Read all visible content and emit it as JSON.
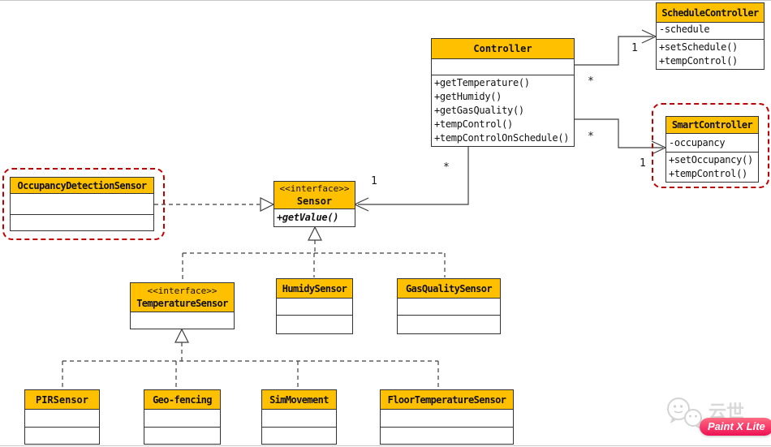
{
  "colors": {
    "header_fill": "#FFC000",
    "box_border": "#333333",
    "line_color": "#3F3F3F",
    "highlight_border": "#C00000",
    "badge_fill": "#EE1155"
  },
  "classes": {
    "controller": {
      "name": "Controller",
      "methods": [
        "+getTemperature()",
        "+getHumidy()",
        "+getGasQuality()",
        "+tempControl()",
        "+tempControlOnSchedule()"
      ]
    },
    "schedule_controller": {
      "name": "ScheduleController",
      "attributes": [
        "-schedule"
      ],
      "methods": [
        "+setSchedule()",
        "+tempControl()"
      ]
    },
    "smart_controller": {
      "name": "SmartController",
      "attributes": [
        "-occupancy"
      ],
      "methods": [
        "+setOccupancy()",
        "+tempControl()"
      ]
    },
    "occupancy_detection_sensor": {
      "name": "OccupancyDetectionSensor"
    },
    "sensor": {
      "stereotype": "<<interface>>",
      "name": "Sensor",
      "methods": [
        "+getValue()"
      ]
    },
    "temperature_sensor": {
      "stereotype": "<<interface>>",
      "name": "TemperatureSensor"
    },
    "humidy_sensor": {
      "name": "HumidySensor"
    },
    "gas_quality_sensor": {
      "name": "GasQualitySensor"
    },
    "pir_sensor": {
      "name": "PIRSensor"
    },
    "geo_fencing": {
      "name": "Geo-fencing"
    },
    "sim_movement": {
      "name": "SimMovement"
    },
    "floor_temperature_sensor": {
      "name": "FloorTemperatureSensor"
    }
  },
  "multiplicities": {
    "schedule_one": "1",
    "schedule_many": "*",
    "smart_one": "1",
    "smart_many": "*",
    "sensor_one": "1",
    "sensor_many": "*"
  },
  "watermark": {
    "brand": "云世",
    "badge": "Paint X Lite"
  }
}
